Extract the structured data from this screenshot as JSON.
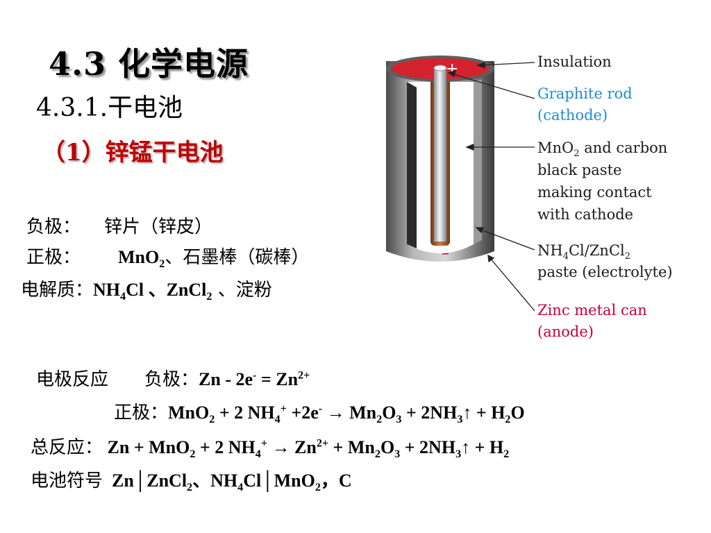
{
  "heading": {
    "title": "4.3 化学电源",
    "subtitle": "4.3.1.干电池",
    "section": "（1）锌锰干电池"
  },
  "components": {
    "negative_label": "负极：",
    "negative_value": "锌片（锌皮）",
    "positive_label": "正极：",
    "positive_mno": "MnO",
    "positive_sub": "2",
    "positive_rest": "、石墨棒（碳棒）",
    "electrolyte_label": "电解质：",
    "e_nh": "NH",
    "e_4": "4",
    "e_cl": "Cl 、ZnCl",
    "e_2": "2",
    "e_rest": " 、淀粉"
  },
  "diagram": {
    "plus_sign": "+",
    "minus_sign": "–",
    "labels": {
      "insulation": "Insulation",
      "graphite1": "Graphite rod",
      "graphite2": "(cathode)",
      "mno1_pre": "MnO",
      "mno1_sub": "2",
      "mno1_post": " and carbon",
      "mno2": "black paste",
      "mno3": "making contact",
      "mno4": "with cathode",
      "nh_a": "NH",
      "nh_b": "4",
      "nh_c": "Cl/ZnCl",
      "nh_d": "2",
      "nh2": "paste (electrolyte)",
      "zinc1": "Zinc metal can",
      "zinc2": "(anode)"
    },
    "colors": {
      "insulation_red": "#d4232e",
      "graphite_blue": "#1e8ad6",
      "zinc_red": "#c4003b"
    }
  },
  "reactions": {
    "electrode_label": "电极反应",
    "negative_label": "负极：",
    "neg_eq_a": "Zn  - 2e",
    "neg_eq_b": "-",
    "neg_eq_c": " = Zn",
    "neg_eq_d": "2+",
    "positive_label": "正极：",
    "pos_1": "MnO",
    "pos_2": "2",
    "pos_3": " + 2 NH",
    "pos_4": "4",
    "pos_5": "+",
    "pos_6": " +2e",
    "pos_7": "-",
    "pos_8": " → Mn",
    "pos_9": "2",
    "pos_10": "O",
    "pos_11": "3",
    "pos_12": " + 2NH",
    "pos_13": "3",
    "pos_14": "↑ + H",
    "pos_15": "2",
    "pos_16": "O",
    "total_label": "总反应：",
    "tot_1": " Zn + MnO",
    "tot_2": "2",
    "tot_3": " + 2 NH",
    "tot_4": "4",
    "tot_5": "+",
    "tot_6": " → Zn",
    "tot_7": "2+",
    "tot_8": " + Mn",
    "tot_9": "2",
    "tot_10": "O",
    "tot_11": "3",
    "tot_12": " + 2NH",
    "tot_13": "3",
    "tot_14": "↑ + H",
    "tot_15": "2",
    "symbol_label": "电池符号",
    "sym_1": "  Zn│ZnCl",
    "sym_2": "2",
    "sym_3": "、NH",
    "sym_4": "4",
    "sym_5": "Cl│MnO",
    "sym_6": "2",
    "sym_7": "，C"
  }
}
